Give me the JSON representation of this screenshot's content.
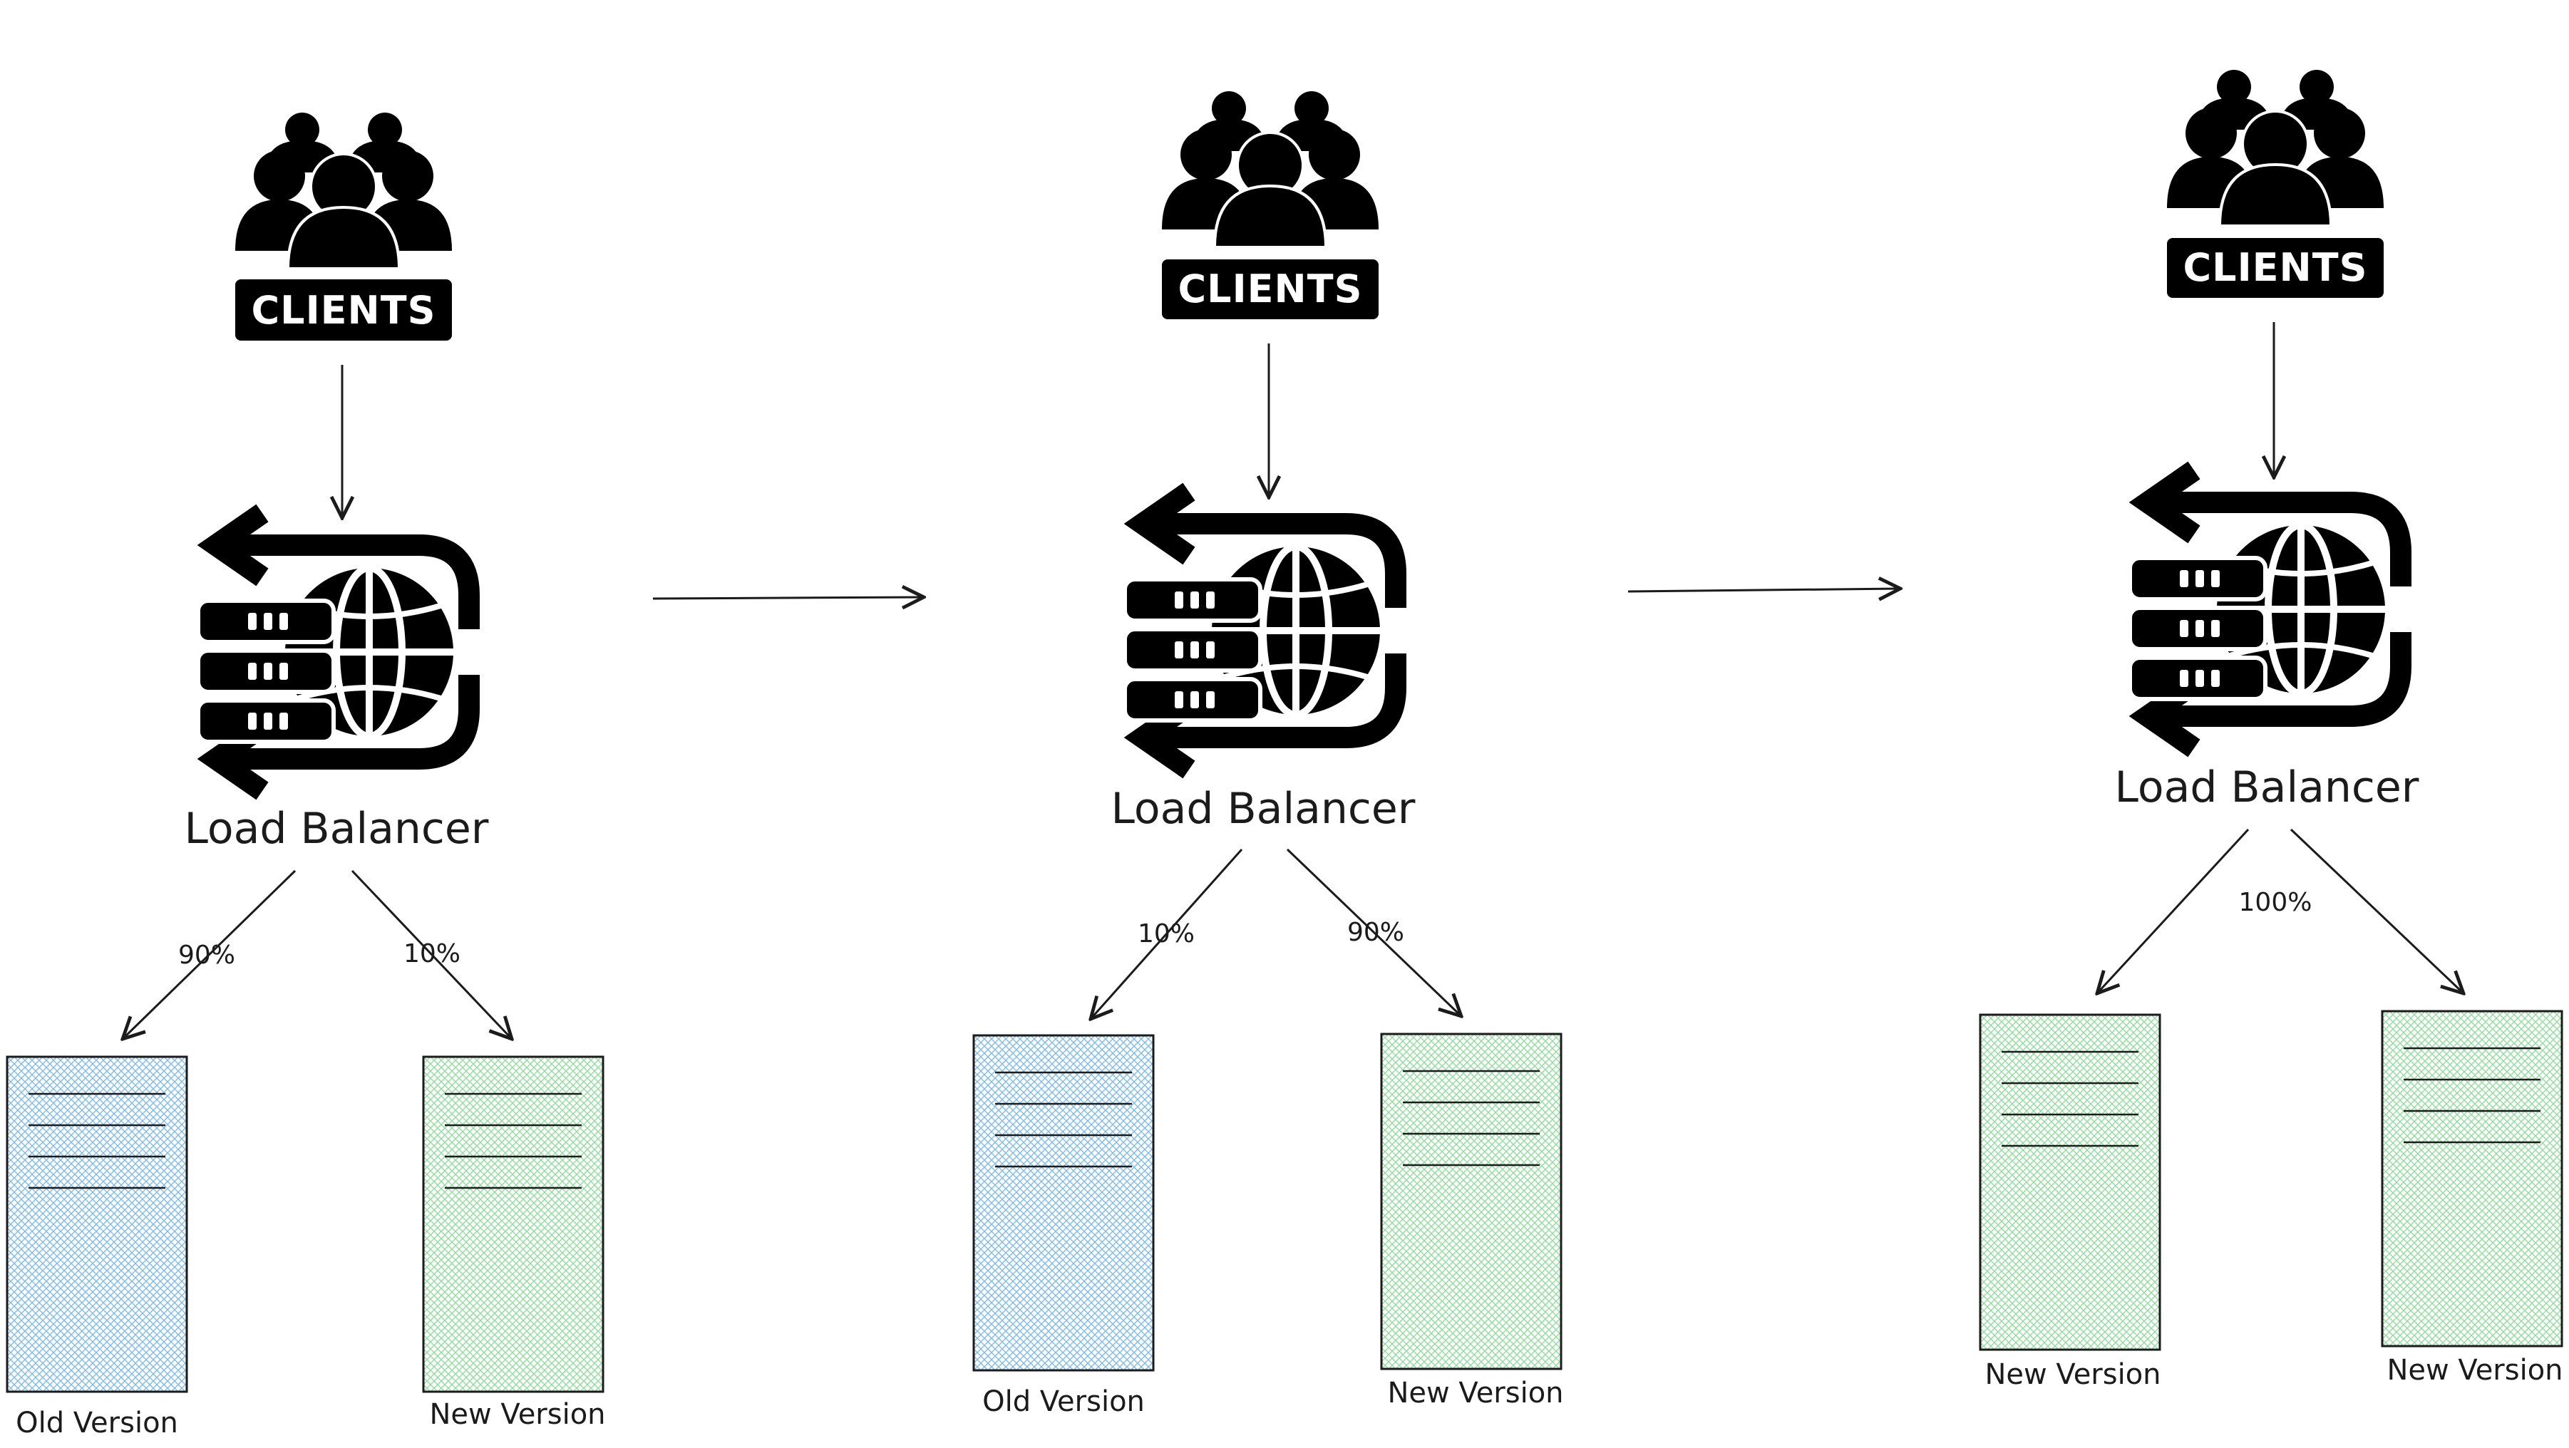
{
  "stages": [
    {
      "clients_label": "CLIENTS",
      "lb_label": "Load Balancer",
      "left_pct": "90%",
      "right_pct": "10%",
      "left_version": "Old Version",
      "right_version": "New Version",
      "left_color": "old",
      "right_color": "new"
    },
    {
      "clients_label": "CLIENTS",
      "lb_label": "Load Balancer",
      "left_pct": "10%",
      "right_pct": "90%",
      "left_version": "Old Version",
      "right_version": "New Version",
      "left_color": "old",
      "right_color": "new"
    },
    {
      "clients_label": "CLIENTS",
      "lb_label": "Load Balancer",
      "center_pct": "100%",
      "left_version": "New Version",
      "right_version": "New Version",
      "left_color": "new",
      "right_color": "new"
    }
  ],
  "colors": {
    "old_fill": "#5aa9e6",
    "new_fill": "#6cd67f",
    "stroke": "#1b1b1b"
  }
}
